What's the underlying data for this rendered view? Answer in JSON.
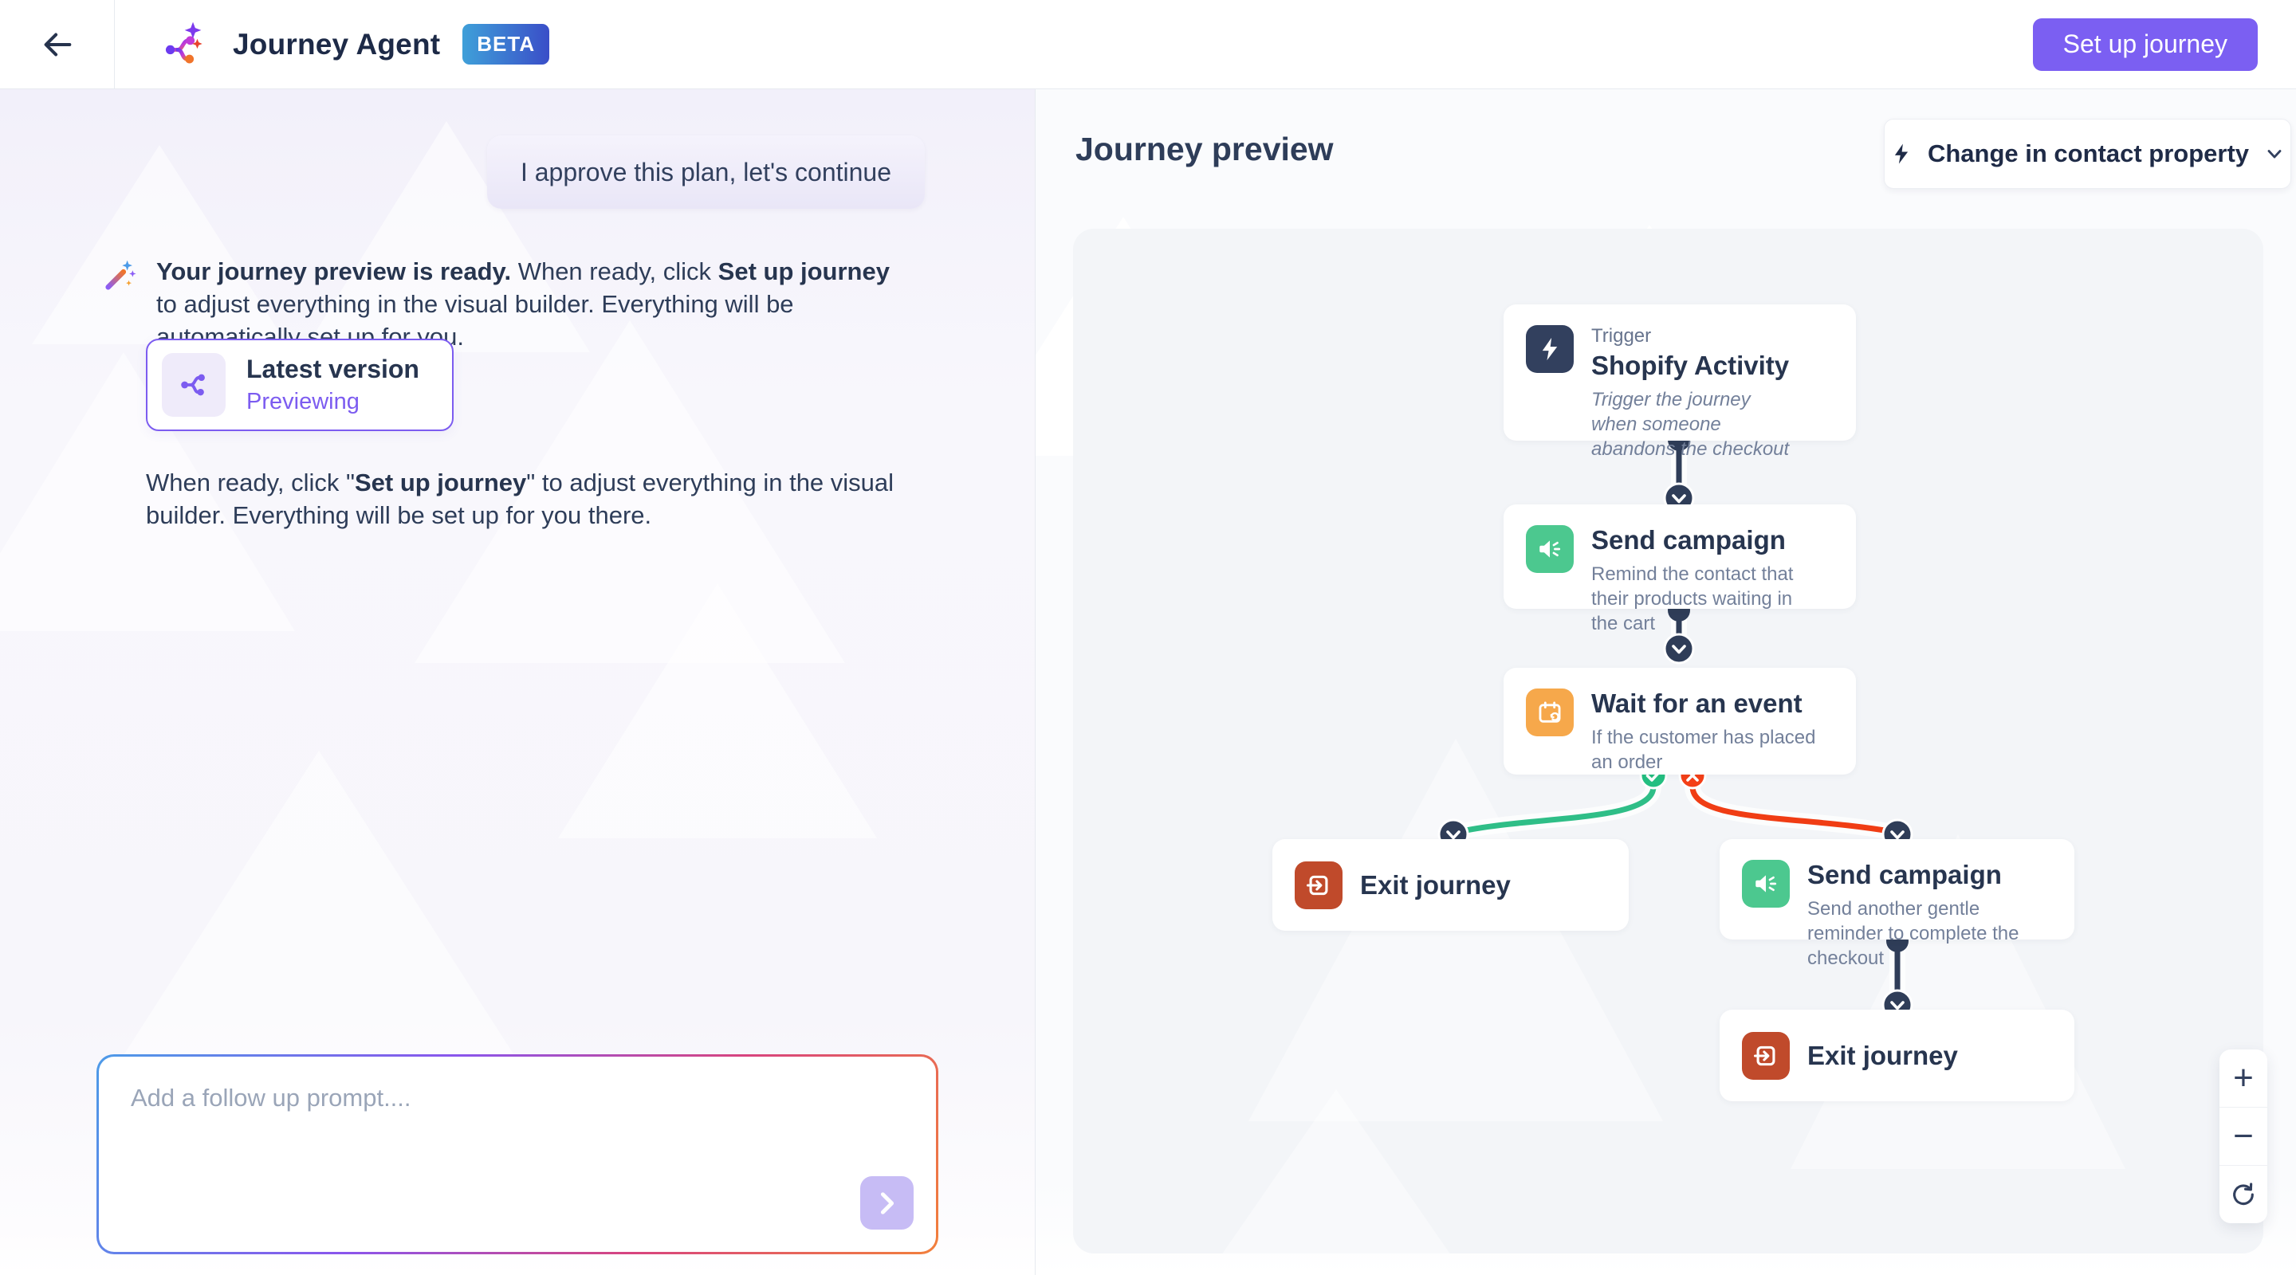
{
  "header": {
    "title": "Journey Agent",
    "beta_badge": "BETA",
    "setup_button": "Set up journey"
  },
  "chat": {
    "user_message": "I approve this plan, let's continue",
    "assistant_message": {
      "segments": [
        {
          "t": "Your journey preview is ready.",
          "b": true
        },
        {
          "t": " When ready, click ",
          "b": false
        },
        {
          "t": "Set up journey",
          "b": true
        },
        {
          "t": " to adjust everything in the visual builder. Everything will be automatically set up for you.",
          "b": false
        }
      ]
    },
    "version_card": {
      "title": "Latest version",
      "status": "Previewing"
    },
    "followup_message": {
      "segments": [
        {
          "t": "When ready, click \"",
          "b": false
        },
        {
          "t": "Set up journey",
          "b": true
        },
        {
          "t": "\" to adjust everything in the visual builder. Everything will be set up for you there.",
          "b": false
        }
      ]
    },
    "input_placeholder": "Add a follow up prompt...."
  },
  "preview": {
    "title": "Journey preview",
    "filter_button": "Change in contact property",
    "nodes": {
      "trigger": {
        "label": "Trigger",
        "title": "Shopify Activity",
        "desc": "Trigger the journey when someone abandons the checkout"
      },
      "send_campaign_1": {
        "title": "Send campaign",
        "desc": "Remind the contact that their products waiting in the cart"
      },
      "wait_event": {
        "title": "Wait for an event",
        "desc": "If the customer has placed an order"
      },
      "exit_left": {
        "title": "Exit journey"
      },
      "send_campaign_2": {
        "title": "Send campaign",
        "desc": "Send another gentle reminder to complete the checkout"
      },
      "exit_bottom": {
        "title": "Exit journey"
      }
    },
    "zoom_controls": {
      "zoom_in": "+",
      "zoom_out": "−"
    }
  },
  "colors": {
    "accent_purple": "#7B5FF2",
    "navy": "#32405E",
    "green_node": "#4CC88F",
    "orange_node": "#F6A84B",
    "brick_exit": "#C04A2B",
    "branch_yes_green": "#2FBE87",
    "branch_no_red": "#F03D14",
    "beta_gradient": "#3FA0D9 → #3A4EC8"
  }
}
